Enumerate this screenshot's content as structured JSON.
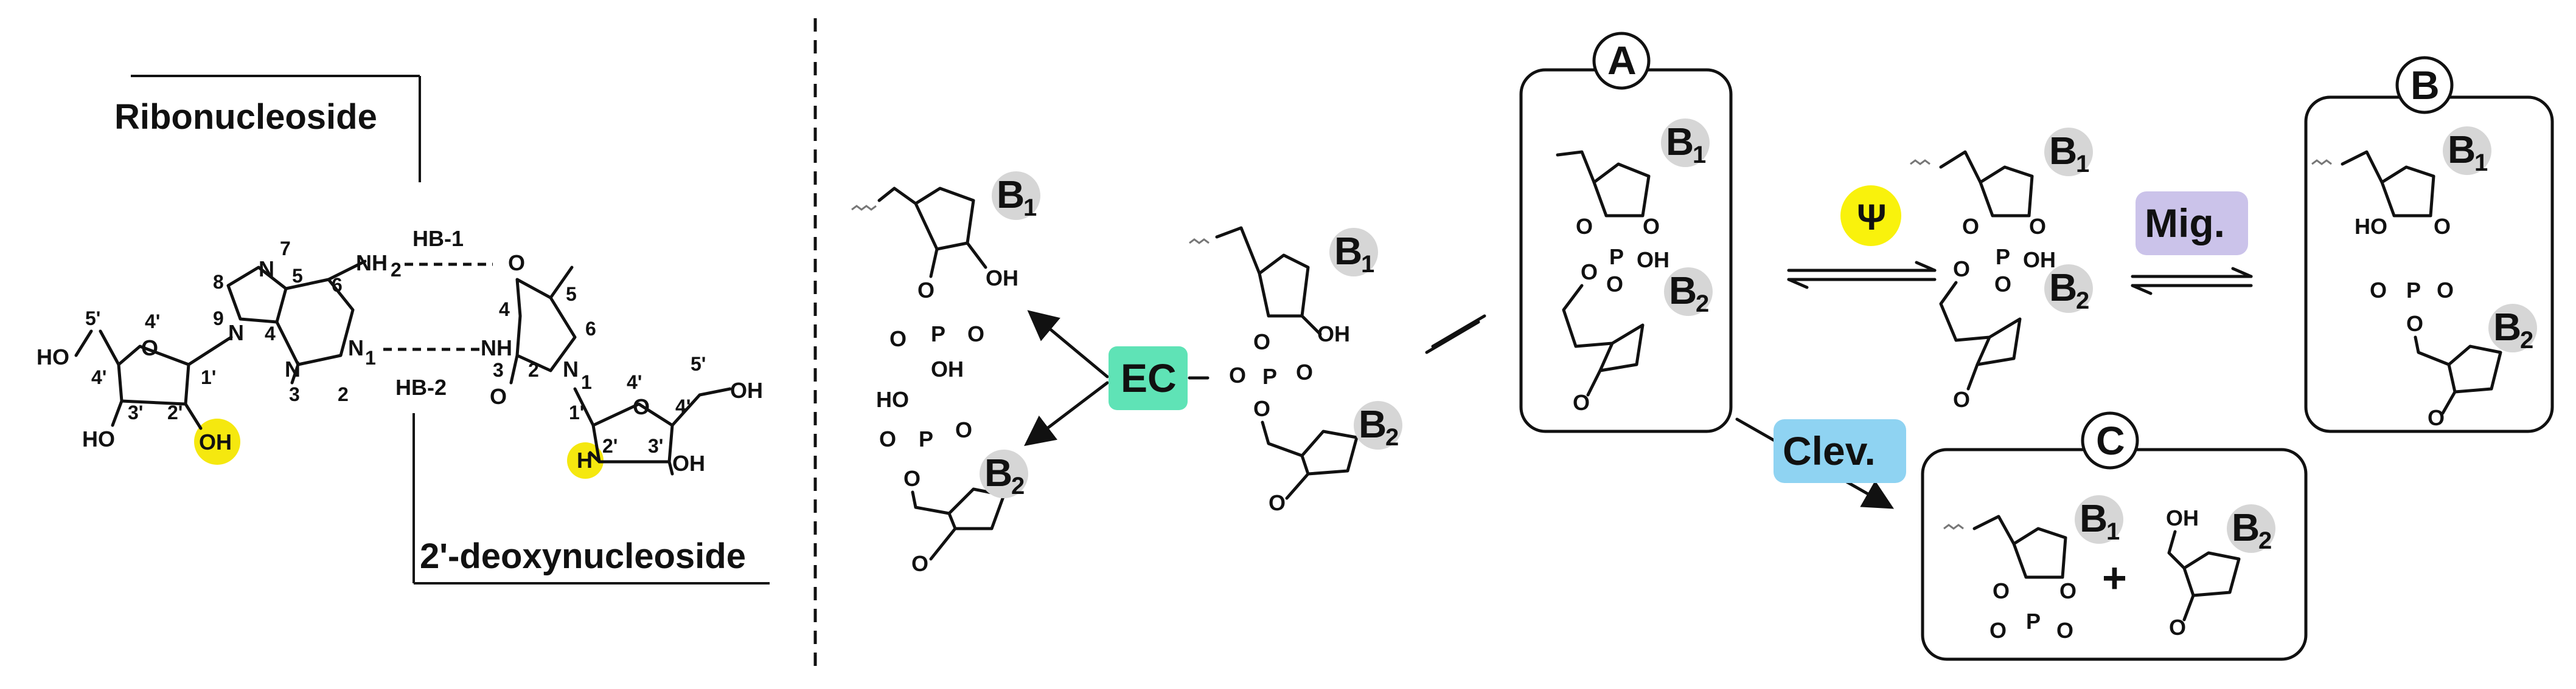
{
  "left_panel": {
    "ribo_title": "Ribonucleoside",
    "deoxy_title": "2'-deoxynucleoside",
    "hb1": "HB-1",
    "hb2": "HB-2",
    "labels": {
      "ho5": "HO",
      "n5p": "5'",
      "n4p": "4'",
      "o4p": "O",
      "n3p": "3'",
      "n2p": "2'",
      "n1p": "1'",
      "ho3": "HO",
      "oh2": "OH",
      "n9": "N",
      "num9": "9",
      "num8": "8",
      "n7": "N",
      "num7": "7",
      "num5": "5",
      "num4": "4",
      "num3": "3",
      "n3": "N",
      "num2": "2",
      "n1": "N",
      "num1": "1",
      "num6": "6",
      "nh2": "NH",
      "nh2sub": "2",
      "o_t4": "O",
      "t4": "4",
      "t5": "5",
      "t6": "6",
      "nh": "NH",
      "t3": "3",
      "t2": "2",
      "o_t2": "O",
      "tn1": "N",
      "tn1num": "1",
      "t1p": "1'",
      "t2p": "2'",
      "h": "H",
      "t3p": "3'",
      "toh": "OH",
      "t4p": "4'",
      "to4p": "4'",
      "to": "O",
      "t5p": "5'",
      "toh5": "OH"
    },
    "highlight_color": "#f5e80f"
  },
  "mechanism": {
    "b1": "B",
    "b1sub": "1",
    "b2": "B",
    "b2sub": "2",
    "oh": "OH",
    "o": "O",
    "p": "P",
    "ominus": "O",
    "minus": "-",
    "ho": "HO",
    "ec": "EC",
    "psi": "Ψ",
    "mig": "Mig.",
    "clev": "Clev.",
    "plus": "+",
    "box_a": "A",
    "box_b": "B",
    "box_c": "C",
    "colors": {
      "ec": "#5fe3b6",
      "psi": "#f9f20c",
      "mig": "#cbc3ea",
      "clev": "#8fd3f2",
      "b_circle": "#d6d6d6"
    }
  }
}
